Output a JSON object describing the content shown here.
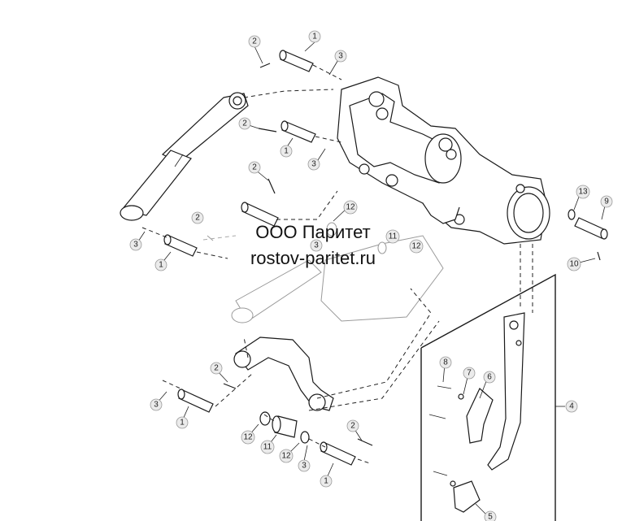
{
  "watermark": {
    "line1": "ООО Паритет",
    "line2": "rostov-paritet.ru"
  },
  "callouts": [
    {
      "id": "c1a",
      "label": "1"
    },
    {
      "id": "c2a",
      "label": "2"
    },
    {
      "id": "c3a",
      "label": "3"
    },
    {
      "id": "c2b",
      "label": "2"
    },
    {
      "id": "c1b",
      "label": "1"
    },
    {
      "id": "c3b",
      "label": "3"
    },
    {
      "id": "c2c",
      "label": "2"
    },
    {
      "id": "c12a",
      "label": "12"
    },
    {
      "id": "c3c",
      "label": "3"
    },
    {
      "id": "c1c",
      "label": "1"
    },
    {
      "id": "c2d",
      "label": "2"
    },
    {
      "id": "c11a",
      "label": "11"
    },
    {
      "id": "c12b",
      "label": "12"
    },
    {
      "id": "c3d",
      "label": "3"
    },
    {
      "id": "c13",
      "label": "13"
    },
    {
      "id": "c9",
      "label": "9"
    },
    {
      "id": "c10",
      "label": "10"
    },
    {
      "id": "c8",
      "label": "8"
    },
    {
      "id": "c7",
      "label": "7"
    },
    {
      "id": "c6",
      "label": "6"
    },
    {
      "id": "c4",
      "label": "4"
    },
    {
      "id": "c2e",
      "label": "2"
    },
    {
      "id": "c3e",
      "label": "3"
    },
    {
      "id": "c1d",
      "label": "1"
    },
    {
      "id": "c12c",
      "label": "12"
    },
    {
      "id": "c11b",
      "label": "11"
    },
    {
      "id": "c12d",
      "label": "12"
    },
    {
      "id": "c3f",
      "label": "3"
    },
    {
      "id": "c2f",
      "label": "2"
    },
    {
      "id": "c1e",
      "label": "1"
    },
    {
      "id": "c5",
      "label": "5"
    }
  ]
}
